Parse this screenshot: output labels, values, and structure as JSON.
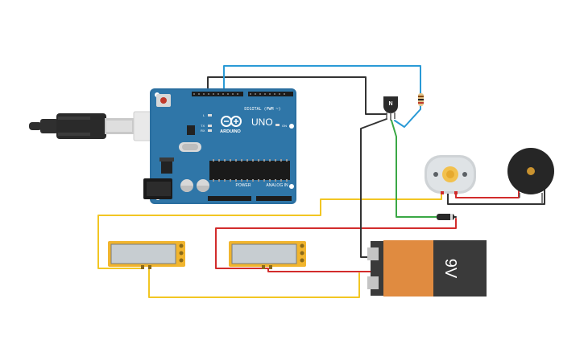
{
  "colors": {
    "wire_yellow": "#f2c623",
    "wire_red": "#d22c2c",
    "wire_black": "#333333",
    "wire_blue": "#2a9ad6",
    "wire_green": "#3aa845",
    "board": "#2b6fa0",
    "battery_body": "#e08b40",
    "battery_cap": "#3a3a3a"
  },
  "arduino": {
    "brand": "ARDUINO",
    "model": "UNO",
    "digital_label": "DIGITAL (PWM ~)",
    "power_label": "POWER",
    "analog_label": "ANALOG IN",
    "on_label": "ON",
    "l_label": "L",
    "tx_label": "TX",
    "rx_label": "RX"
  },
  "transistor": {
    "label": "N"
  },
  "battery": {
    "label": "9V"
  },
  "icons": {
    "usb": "usb-cable-icon",
    "motor": "dc-motor-icon",
    "buzzer": "piezo-buzzer-icon",
    "resistor": "resistor-icon",
    "diode": "diode-icon"
  }
}
